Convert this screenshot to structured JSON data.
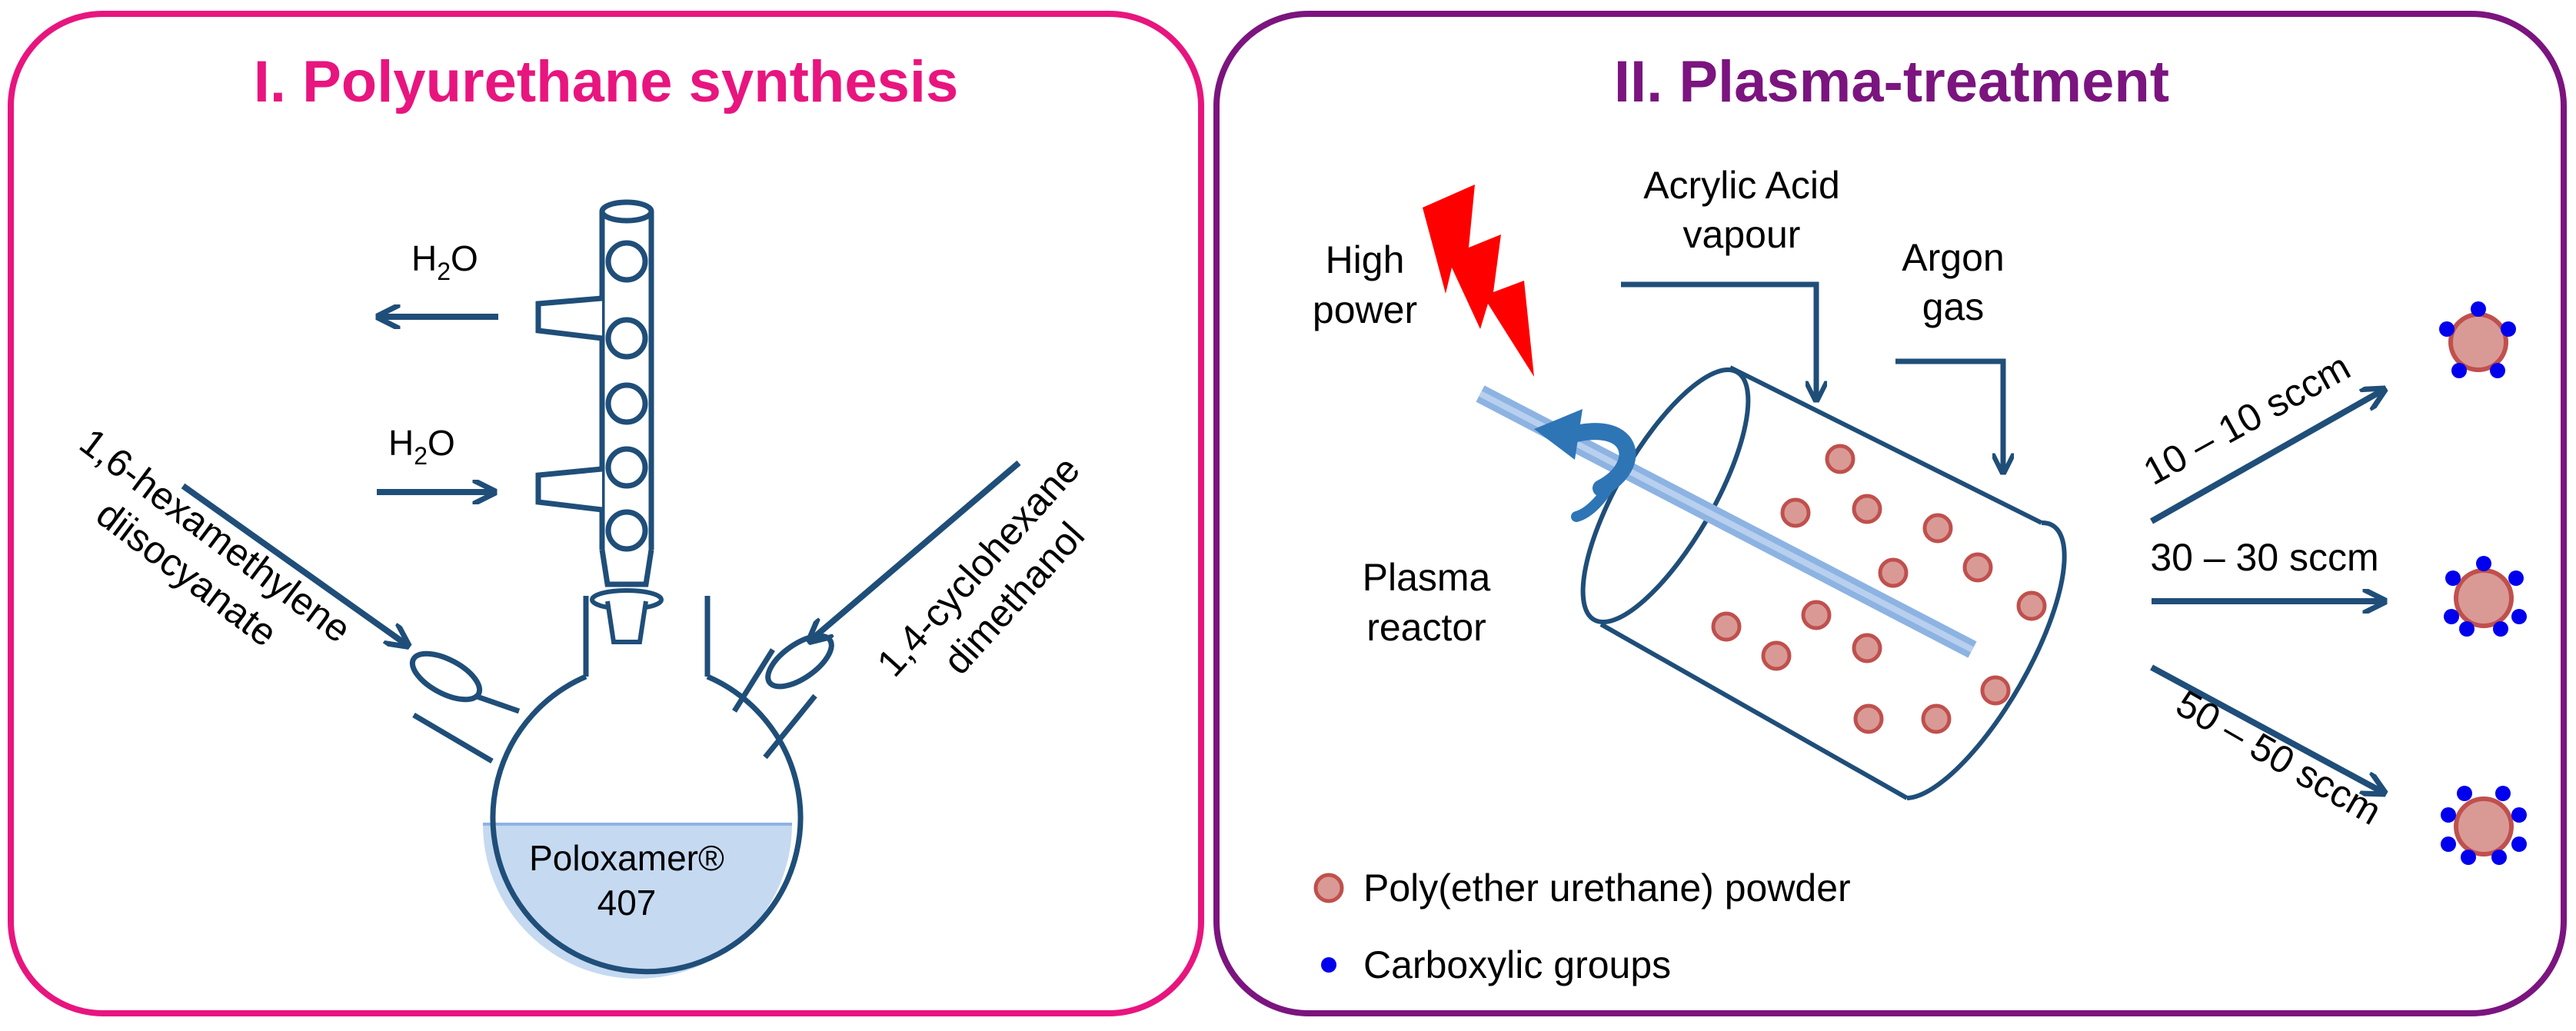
{
  "colors": {
    "panel1_border": "#e8157f",
    "panel2_border": "#7b147f",
    "title1": "#e8157f",
    "title2": "#7b147f",
    "arrow": "#1f4e79",
    "particle_fill": "#d99a96",
    "particle_stroke": "#c0504d",
    "carboxyl": "#0000ee",
    "liquid": "#c5d9f1",
    "lightning": "#ff0000",
    "rod": "#8db3e2"
  },
  "panel1": {
    "title": "I. Polyurethane synthesis",
    "water_top": {
      "main": "H",
      "sub": "2",
      "tail": "O"
    },
    "water_bottom": {
      "main": "H",
      "sub": "2",
      "tail": "O"
    },
    "reagent_left": [
      "1,6-hexamethylene",
      "diisocyanate"
    ],
    "reagent_right": [
      "1,4-cyclohexane",
      "dimethanol"
    ],
    "flask_label": [
      "Poloxamer®",
      "407"
    ]
  },
  "panel2": {
    "title": "II. Plasma-treatment",
    "high_power": [
      "High",
      "power"
    ],
    "acrylic": [
      "Acrylic Acid",
      "vapour"
    ],
    "argon": [
      "Argon",
      "gas"
    ],
    "reactor": [
      "Plasma",
      "reactor"
    ],
    "flows": [
      "10 – 10 sccm",
      "30 – 30 sccm",
      "50 – 50 sccm"
    ],
    "legend": {
      "powder": "Poly(ether urethane) powder",
      "carboxyl": "Carboxylic groups"
    }
  }
}
